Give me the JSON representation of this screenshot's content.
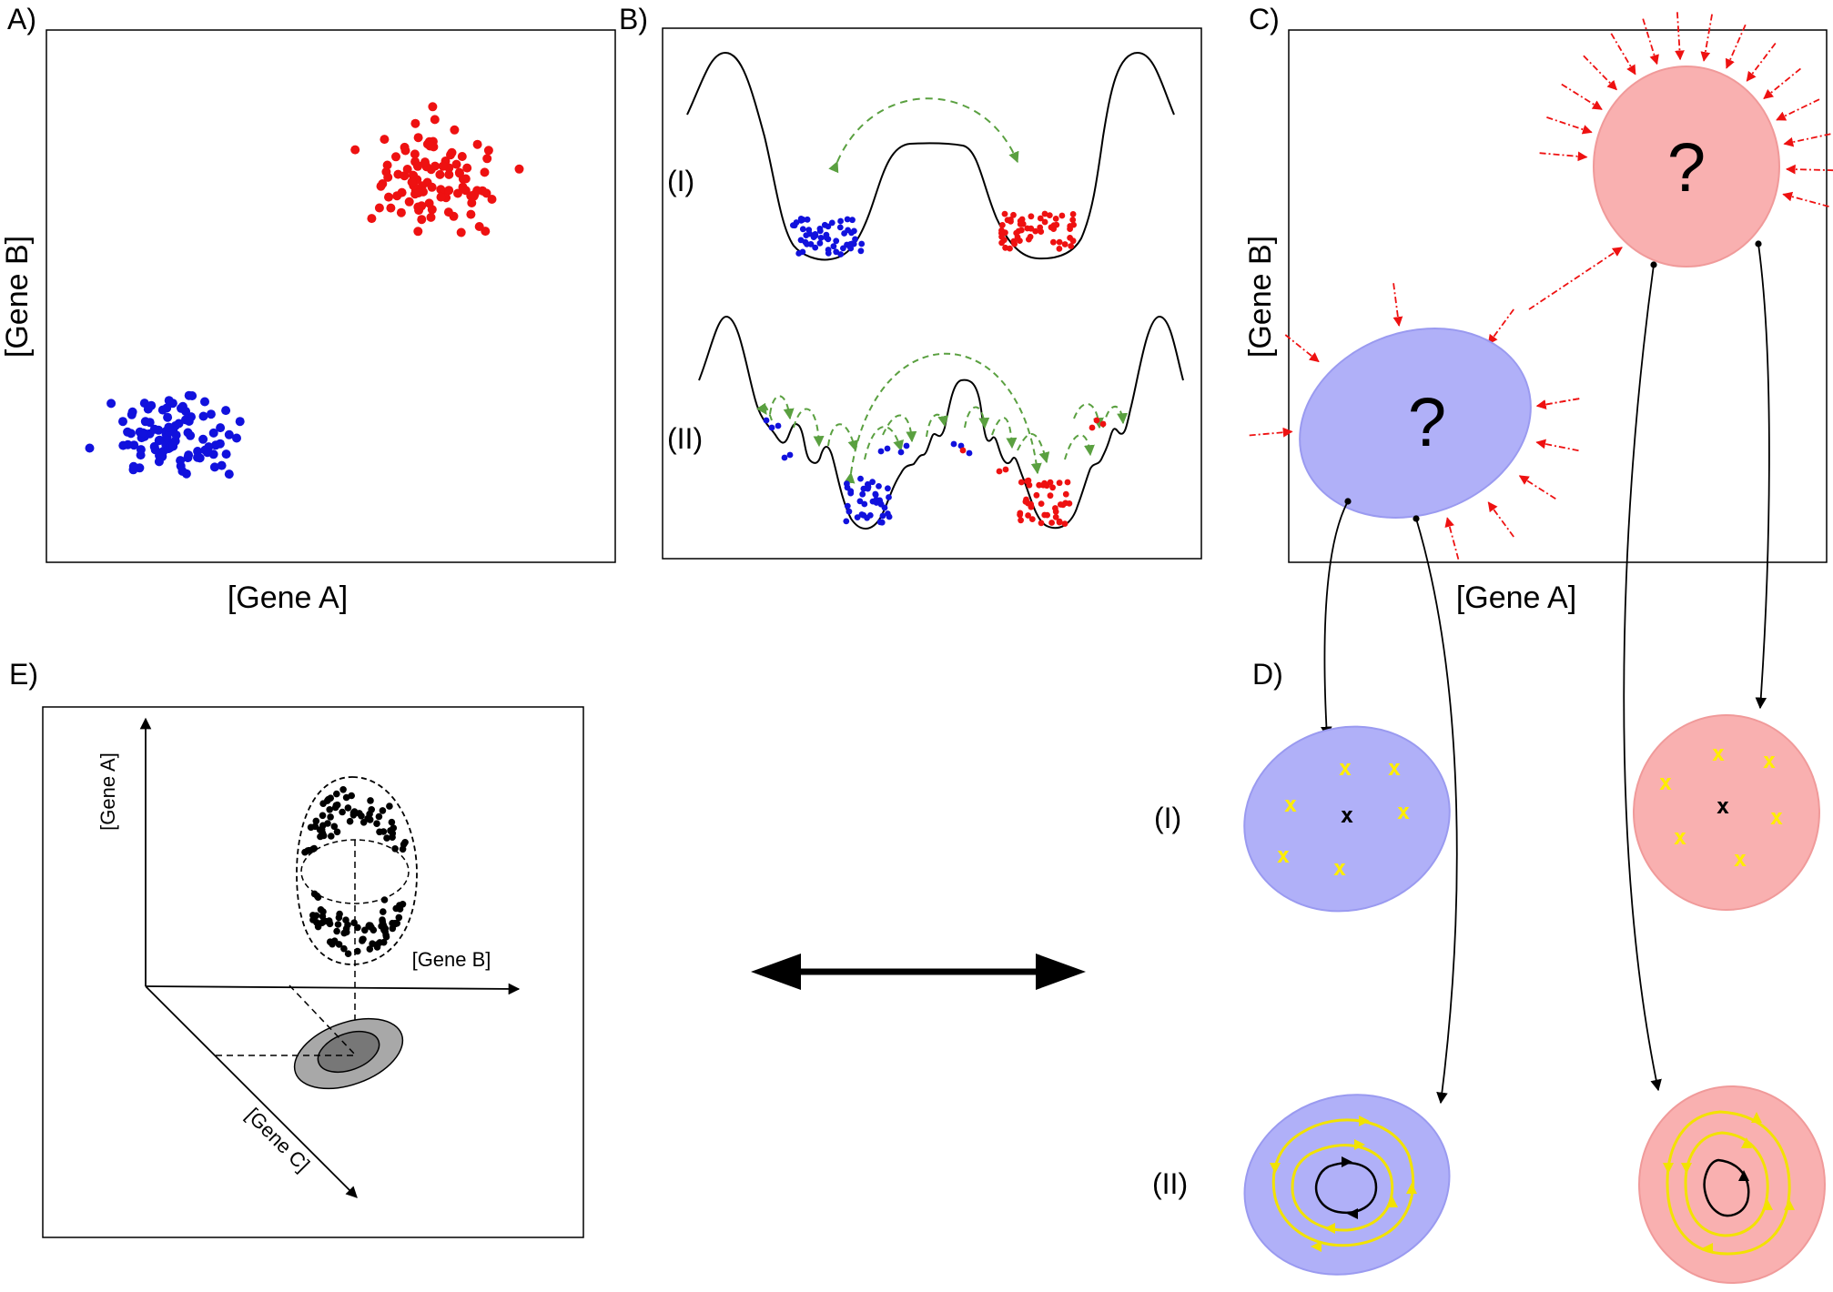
{
  "panels": {
    "A": {
      "label": "A)",
      "xlabel": "[Gene A]",
      "ylabel": "[Gene B]"
    },
    "B": {
      "label": "B)",
      "row1": "(I)",
      "row2": "(II)"
    },
    "C": {
      "label": "C)",
      "xlabel": "[Gene A]",
      "ylabel": "[Gene B]",
      "unknown_symbol": "?"
    },
    "D": {
      "label": "D)",
      "row1": "(I)",
      "row2": "(II)",
      "fixed_point_symbol": "x"
    },
    "E": {
      "label": "E)",
      "axis1": "[Gene A]",
      "axis2": "[Gene B]",
      "axis3": "[Gene C]"
    }
  },
  "colors": {
    "blue_state": "#1111dd",
    "red_state": "#ee1111",
    "blue_fill": "#b0b0f8",
    "red_fill": "#f9b0b0",
    "transition_arrow": "#5aa040",
    "attractor_marker": "#ffee00"
  }
}
